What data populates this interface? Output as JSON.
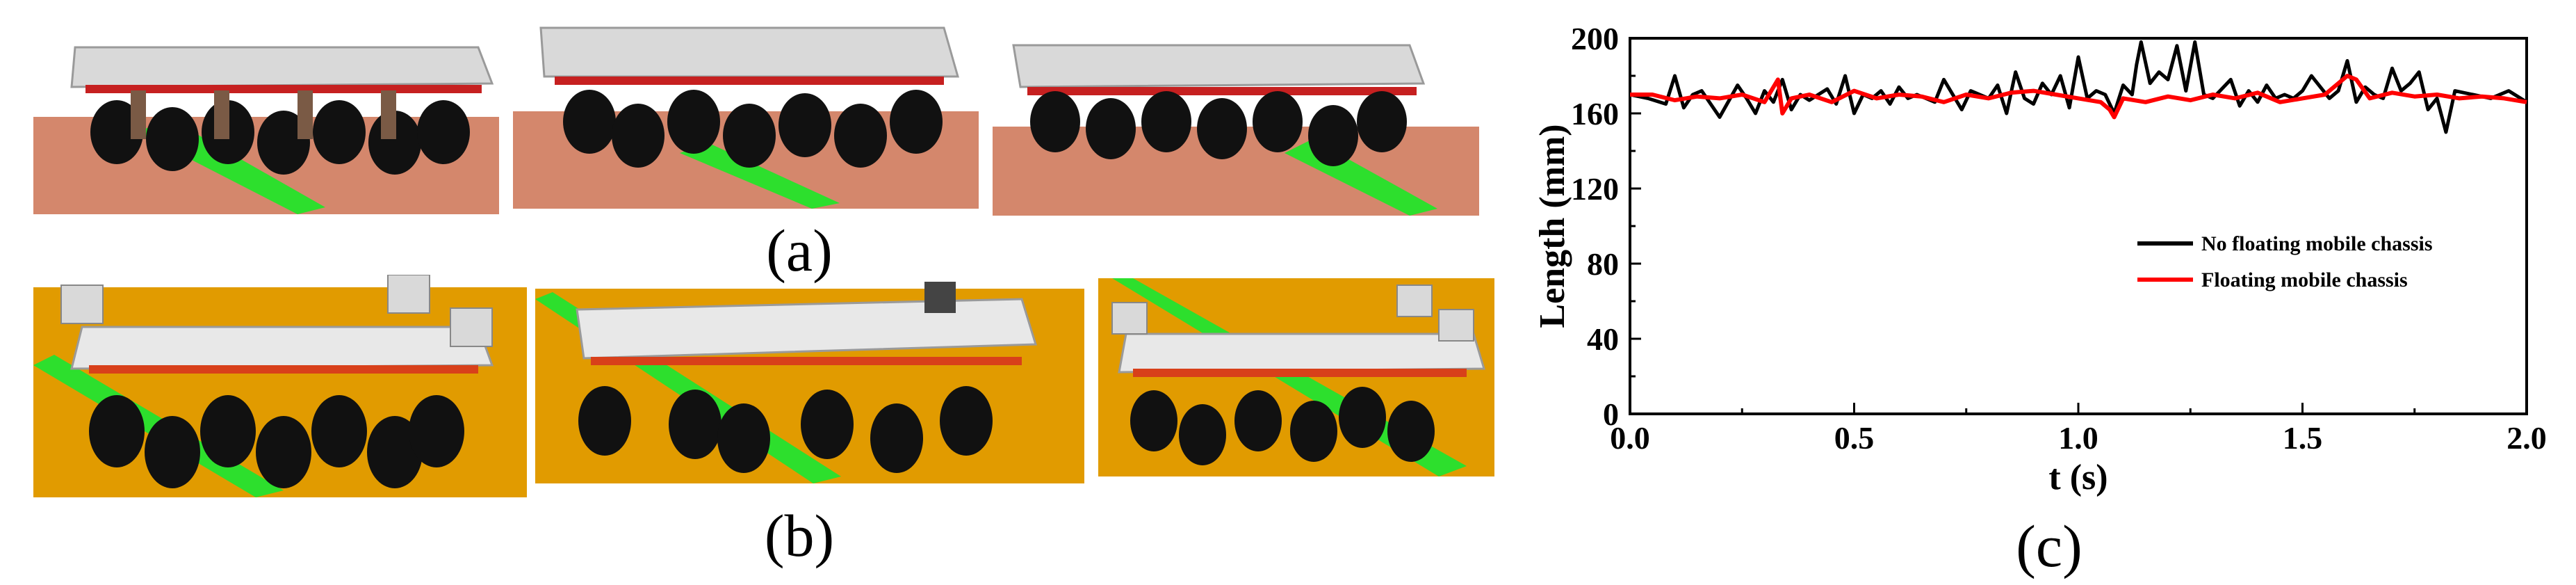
{
  "captions": {
    "a": "(a)",
    "b": "(b)",
    "c": "(c)"
  },
  "colors": {
    "soil": "#d4876c",
    "field": "#e19b00",
    "pipe": "#2ddf2d",
    "deck": "#d9d9d9",
    "wheel": "#111111",
    "series_black": "#000000",
    "series_red": "#ff0000"
  },
  "chart_data": {
    "type": "line",
    "xlabel": "t (s)",
    "ylabel": "Length (mm)",
    "xlim": [
      0,
      2.0
    ],
    "ylim": [
      0,
      200
    ],
    "xticks": [
      "0.0",
      "0.5",
      "1.0",
      "1.5",
      "2.0"
    ],
    "yticks": [
      "0",
      "40",
      "80",
      "120",
      "160",
      "200"
    ],
    "legend_position": "center-right",
    "grid": false,
    "series": [
      {
        "name": "No floating mobile chassis",
        "color": "#000000",
        "x": [
          0.0,
          0.04,
          0.08,
          0.1,
          0.12,
          0.14,
          0.16,
          0.2,
          0.24,
          0.26,
          0.28,
          0.3,
          0.32,
          0.34,
          0.36,
          0.38,
          0.4,
          0.44,
          0.46,
          0.48,
          0.5,
          0.52,
          0.54,
          0.56,
          0.58,
          0.6,
          0.62,
          0.64,
          0.68,
          0.7,
          0.74,
          0.76,
          0.8,
          0.82,
          0.84,
          0.86,
          0.88,
          0.9,
          0.92,
          0.94,
          0.96,
          0.98,
          1.0,
          1.02,
          1.04,
          1.06,
          1.08,
          1.1,
          1.12,
          1.13,
          1.14,
          1.16,
          1.18,
          1.2,
          1.22,
          1.24,
          1.26,
          1.28,
          1.3,
          1.34,
          1.36,
          1.38,
          1.4,
          1.42,
          1.44,
          1.46,
          1.48,
          1.5,
          1.52,
          1.54,
          1.56,
          1.58,
          1.6,
          1.62,
          1.64,
          1.66,
          1.68,
          1.7,
          1.72,
          1.74,
          1.76,
          1.78,
          1.8,
          1.82,
          1.84,
          1.88,
          1.92,
          1.96,
          2.0
        ],
        "y": [
          170,
          168,
          165,
          180,
          163,
          170,
          172,
          158,
          175,
          168,
          160,
          172,
          166,
          178,
          162,
          170,
          167,
          173,
          165,
          180,
          160,
          170,
          168,
          172,
          165,
          174,
          168,
          170,
          166,
          178,
          162,
          172,
          168,
          175,
          160,
          182,
          168,
          165,
          176,
          170,
          180,
          163,
          190,
          168,
          172,
          170,
          160,
          175,
          170,
          186,
          198,
          176,
          182,
          178,
          196,
          172,
          198,
          170,
          168,
          178,
          164,
          172,
          166,
          175,
          168,
          170,
          168,
          172,
          180,
          174,
          168,
          172,
          188,
          166,
          174,
          170,
          168,
          184,
          172,
          176,
          182,
          162,
          168,
          150,
          172,
          170,
          168,
          172,
          166
        ]
      },
      {
        "name": "Floating mobile chassis",
        "color": "#ff0000",
        "x": [
          0.0,
          0.05,
          0.1,
          0.15,
          0.2,
          0.25,
          0.3,
          0.33,
          0.34,
          0.36,
          0.4,
          0.45,
          0.5,
          0.55,
          0.6,
          0.65,
          0.7,
          0.75,
          0.8,
          0.85,
          0.9,
          0.95,
          1.0,
          1.05,
          1.07,
          1.08,
          1.1,
          1.15,
          1.2,
          1.25,
          1.3,
          1.35,
          1.4,
          1.45,
          1.5,
          1.55,
          1.6,
          1.62,
          1.65,
          1.7,
          1.75,
          1.8,
          1.85,
          1.9,
          1.95,
          2.0
        ],
        "y": [
          170,
          170,
          167,
          169,
          168,
          170,
          166,
          178,
          160,
          168,
          170,
          166,
          172,
          168,
          170,
          169,
          166,
          170,
          168,
          171,
          172,
          170,
          168,
          166,
          162,
          158,
          168,
          166,
          169,
          167,
          170,
          168,
          171,
          166,
          168,
          170,
          180,
          178,
          168,
          171,
          169,
          170,
          168,
          169,
          168,
          166
        ]
      }
    ]
  }
}
